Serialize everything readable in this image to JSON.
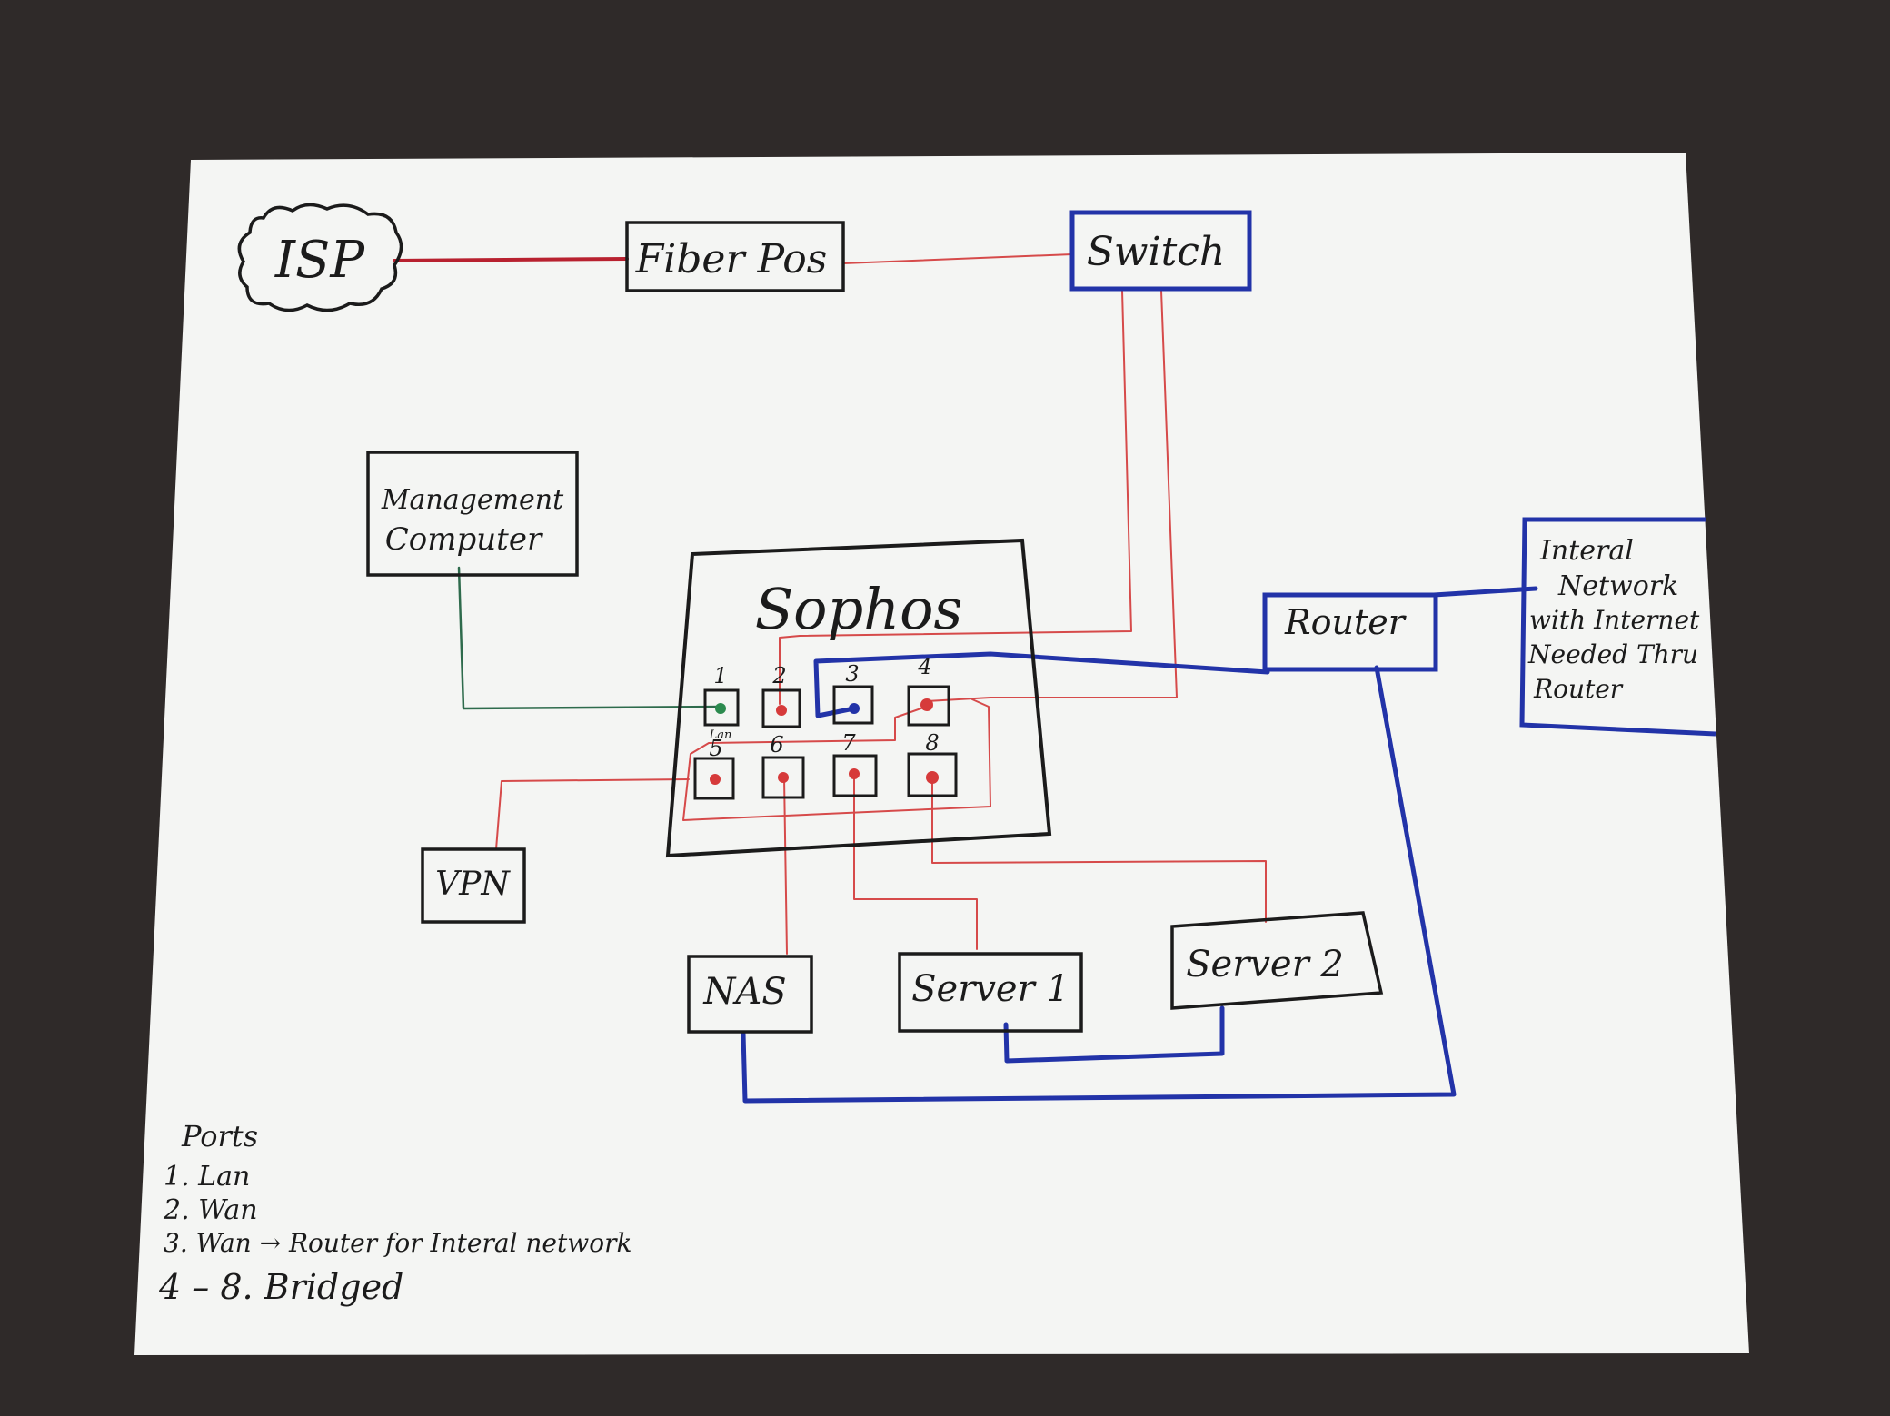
{
  "nodes": {
    "isp": "ISP",
    "fiber": "Fiber Pos",
    "switch": "Switch",
    "management": [
      "Management",
      "Computer"
    ],
    "sophos": "Sophos",
    "router": "Router",
    "internal_network": [
      "Interal",
      "Network",
      "with Internet",
      "Needed Thru",
      "Router"
    ],
    "vpn": "VPN",
    "nas": "NAS",
    "server1": "Server 1",
    "server2": "Server 2"
  },
  "ports": {
    "labels": [
      "1",
      "2",
      "3",
      "4",
      "5",
      "6",
      "7",
      "8"
    ],
    "port1_sublabel": "Lan"
  },
  "legend": {
    "title": "Ports",
    "items": [
      "1. Lan",
      "2. Wan",
      "3. Wan → Router for Interal network",
      "4 – 8. Bridged"
    ]
  },
  "colors": {
    "ink": "#1b1b1b",
    "red_wire": "#d64a4a",
    "dark_red_wire": "#b8212f",
    "blue_wire": "#2233a8",
    "green_wire": "#2e6b4c",
    "green_dot": "#2b8a4e",
    "paper": "#f4f5f3",
    "table": "#2f2a29"
  }
}
